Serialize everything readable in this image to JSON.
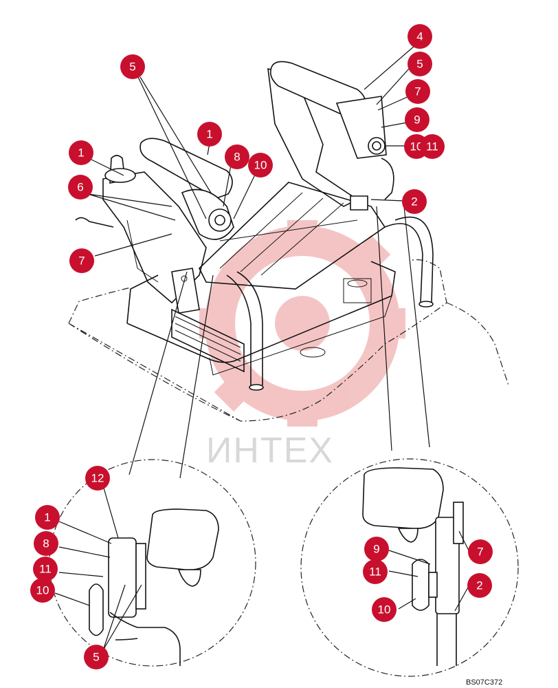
{
  "watermark": {
    "text": "ИНТЕХ",
    "color": "#f2b8b8"
  },
  "drawing_code": "BS07C372",
  "callout_color": "#c8102e",
  "callouts": [
    {
      "id": "c-5-top-left",
      "label": "5"
    },
    {
      "id": "c-1-armrest",
      "label": "1"
    },
    {
      "id": "c-1-lever",
      "label": "1"
    },
    {
      "id": "c-8-top",
      "label": "8"
    },
    {
      "id": "c-10-top",
      "label": "10"
    },
    {
      "id": "c-6",
      "label": "6"
    },
    {
      "id": "c-7-left",
      "label": "7"
    },
    {
      "id": "c-4",
      "label": "4"
    },
    {
      "id": "c-5-top-right",
      "label": "5"
    },
    {
      "id": "c-7-top-right",
      "label": "7"
    },
    {
      "id": "c-9-top-right",
      "label": "9"
    },
    {
      "id": "c-10-top-right",
      "label": "10"
    },
    {
      "id": "c-11-top-right",
      "label": "11"
    },
    {
      "id": "c-2-top",
      "label": "2"
    },
    {
      "id": "c-12",
      "label": "12"
    },
    {
      "id": "c-1-detail",
      "label": "1"
    },
    {
      "id": "c-8-detail",
      "label": "8"
    },
    {
      "id": "c-11-detail-left",
      "label": "11"
    },
    {
      "id": "c-10-detail-left",
      "label": "10"
    },
    {
      "id": "c-5-detail",
      "label": "5"
    },
    {
      "id": "c-9-detail",
      "label": "9"
    },
    {
      "id": "c-11-detail-right",
      "label": "11"
    },
    {
      "id": "c-10-detail-right",
      "label": "10"
    },
    {
      "id": "c-7-detail",
      "label": "7"
    },
    {
      "id": "c-2-detail",
      "label": "2"
    }
  ]
}
